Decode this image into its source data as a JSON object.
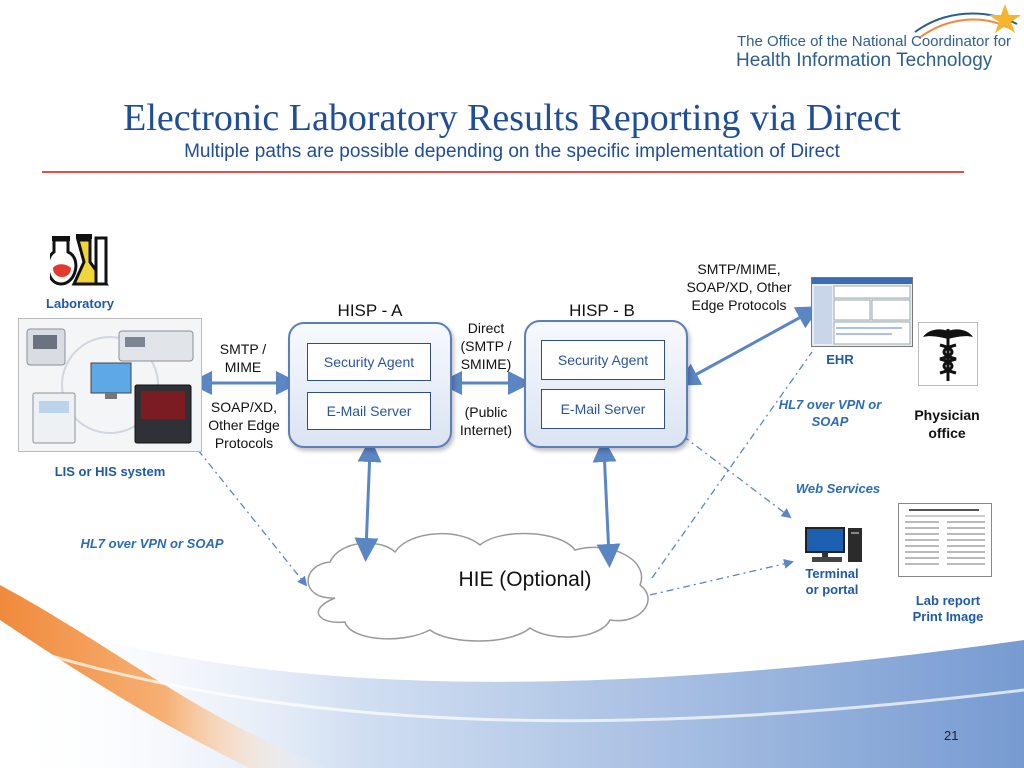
{
  "logo": {
    "line1": "The Office of the National Coordinator for",
    "line2": "Health Information Technology"
  },
  "title": "Electronic Laboratory Results Reporting via Direct",
  "subtitle": "Multiple paths are possible depending on the specific implementation of Direct",
  "lab": {
    "label": "Laboratory",
    "system_label": "LIS or HIS system"
  },
  "left_protocols": {
    "top": [
      "SMTP /",
      "MIME"
    ],
    "bottom": [
      "SOAP/XD,",
      "Other Edge",
      "Protocols"
    ]
  },
  "hisp_a": {
    "title": "HISP - A",
    "security_agent": "Security Agent",
    "email_server": "E-Mail Server"
  },
  "hisp_b": {
    "title": "HISP - B",
    "security_agent": "Security Agent",
    "email_server": "E-Mail Server"
  },
  "middle_protocols": {
    "top": [
      "Direct",
      "(SMTP /",
      "SMIME)"
    ],
    "bottom": [
      "(Public",
      "Internet)"
    ]
  },
  "right_protocols": [
    "SMTP/MIME,",
    "SOAP/XD, Other",
    "Edge Protocols"
  ],
  "ehr_label": "EHR",
  "physician_office": [
    "Physician",
    "office"
  ],
  "hl7_right": [
    "HL7 over VPN or",
    "SOAP"
  ],
  "web_services": "Web Services",
  "hl7_left": "HL7 over VPN or SOAP",
  "terminal": [
    "Terminal",
    "or portal"
  ],
  "lab_report": [
    "Lab report",
    "Print Image"
  ],
  "hie_label": "HIE (Optional)",
  "page_number": "21",
  "colors": {
    "title": "#1f4e96",
    "arrow": "#5b86c4",
    "accent_red": "#d9534f",
    "label_blue": "#1f5aa6"
  }
}
